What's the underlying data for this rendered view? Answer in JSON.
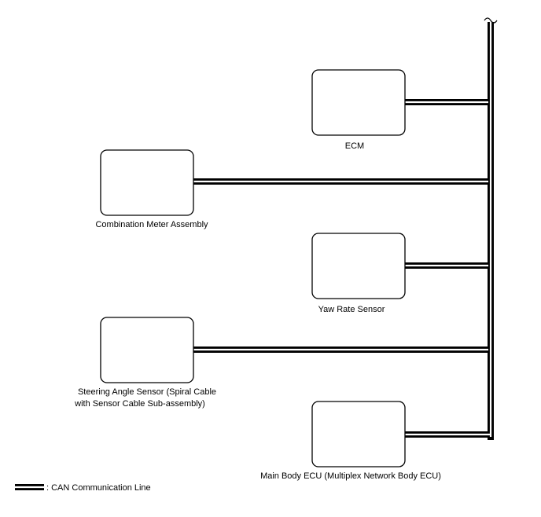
{
  "components": {
    "ecm": "ECM",
    "combination_meter": "Combination Meter Assembly",
    "yaw_rate_sensor": "Yaw Rate Sensor",
    "steering_angle_sensor": [
      "Steering Angle Sensor (Spiral Cable",
      "with Sensor Cable Sub-assembly)"
    ],
    "main_body_ecu": "Main Body ECU (Multiplex Network Body ECU)"
  },
  "legend": {
    "label": ": CAN Communication Line"
  }
}
